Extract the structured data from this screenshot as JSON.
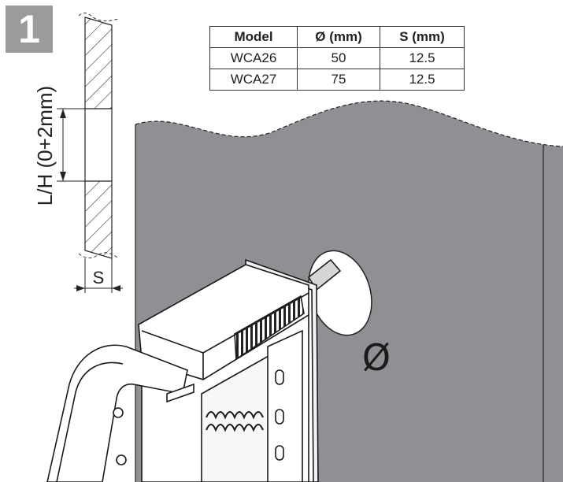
{
  "step": {
    "number": "1"
  },
  "spec_table": {
    "headers": [
      "Model",
      "Ø (mm)",
      "S (mm)"
    ],
    "rows": [
      [
        "WCA26",
        "50",
        "12.5"
      ],
      [
        "WCA27",
        "75",
        "12.5"
      ]
    ]
  },
  "cross_section": {
    "opening_label": "L/H (0+2mm)",
    "thickness_label": "S"
  },
  "main_view": {
    "hole_label": "Ø"
  },
  "colors": {
    "badge": "#9b9b9b",
    "wall": "#8f9093",
    "device_body": "#ffffff",
    "outline": "#1a1a1a"
  }
}
